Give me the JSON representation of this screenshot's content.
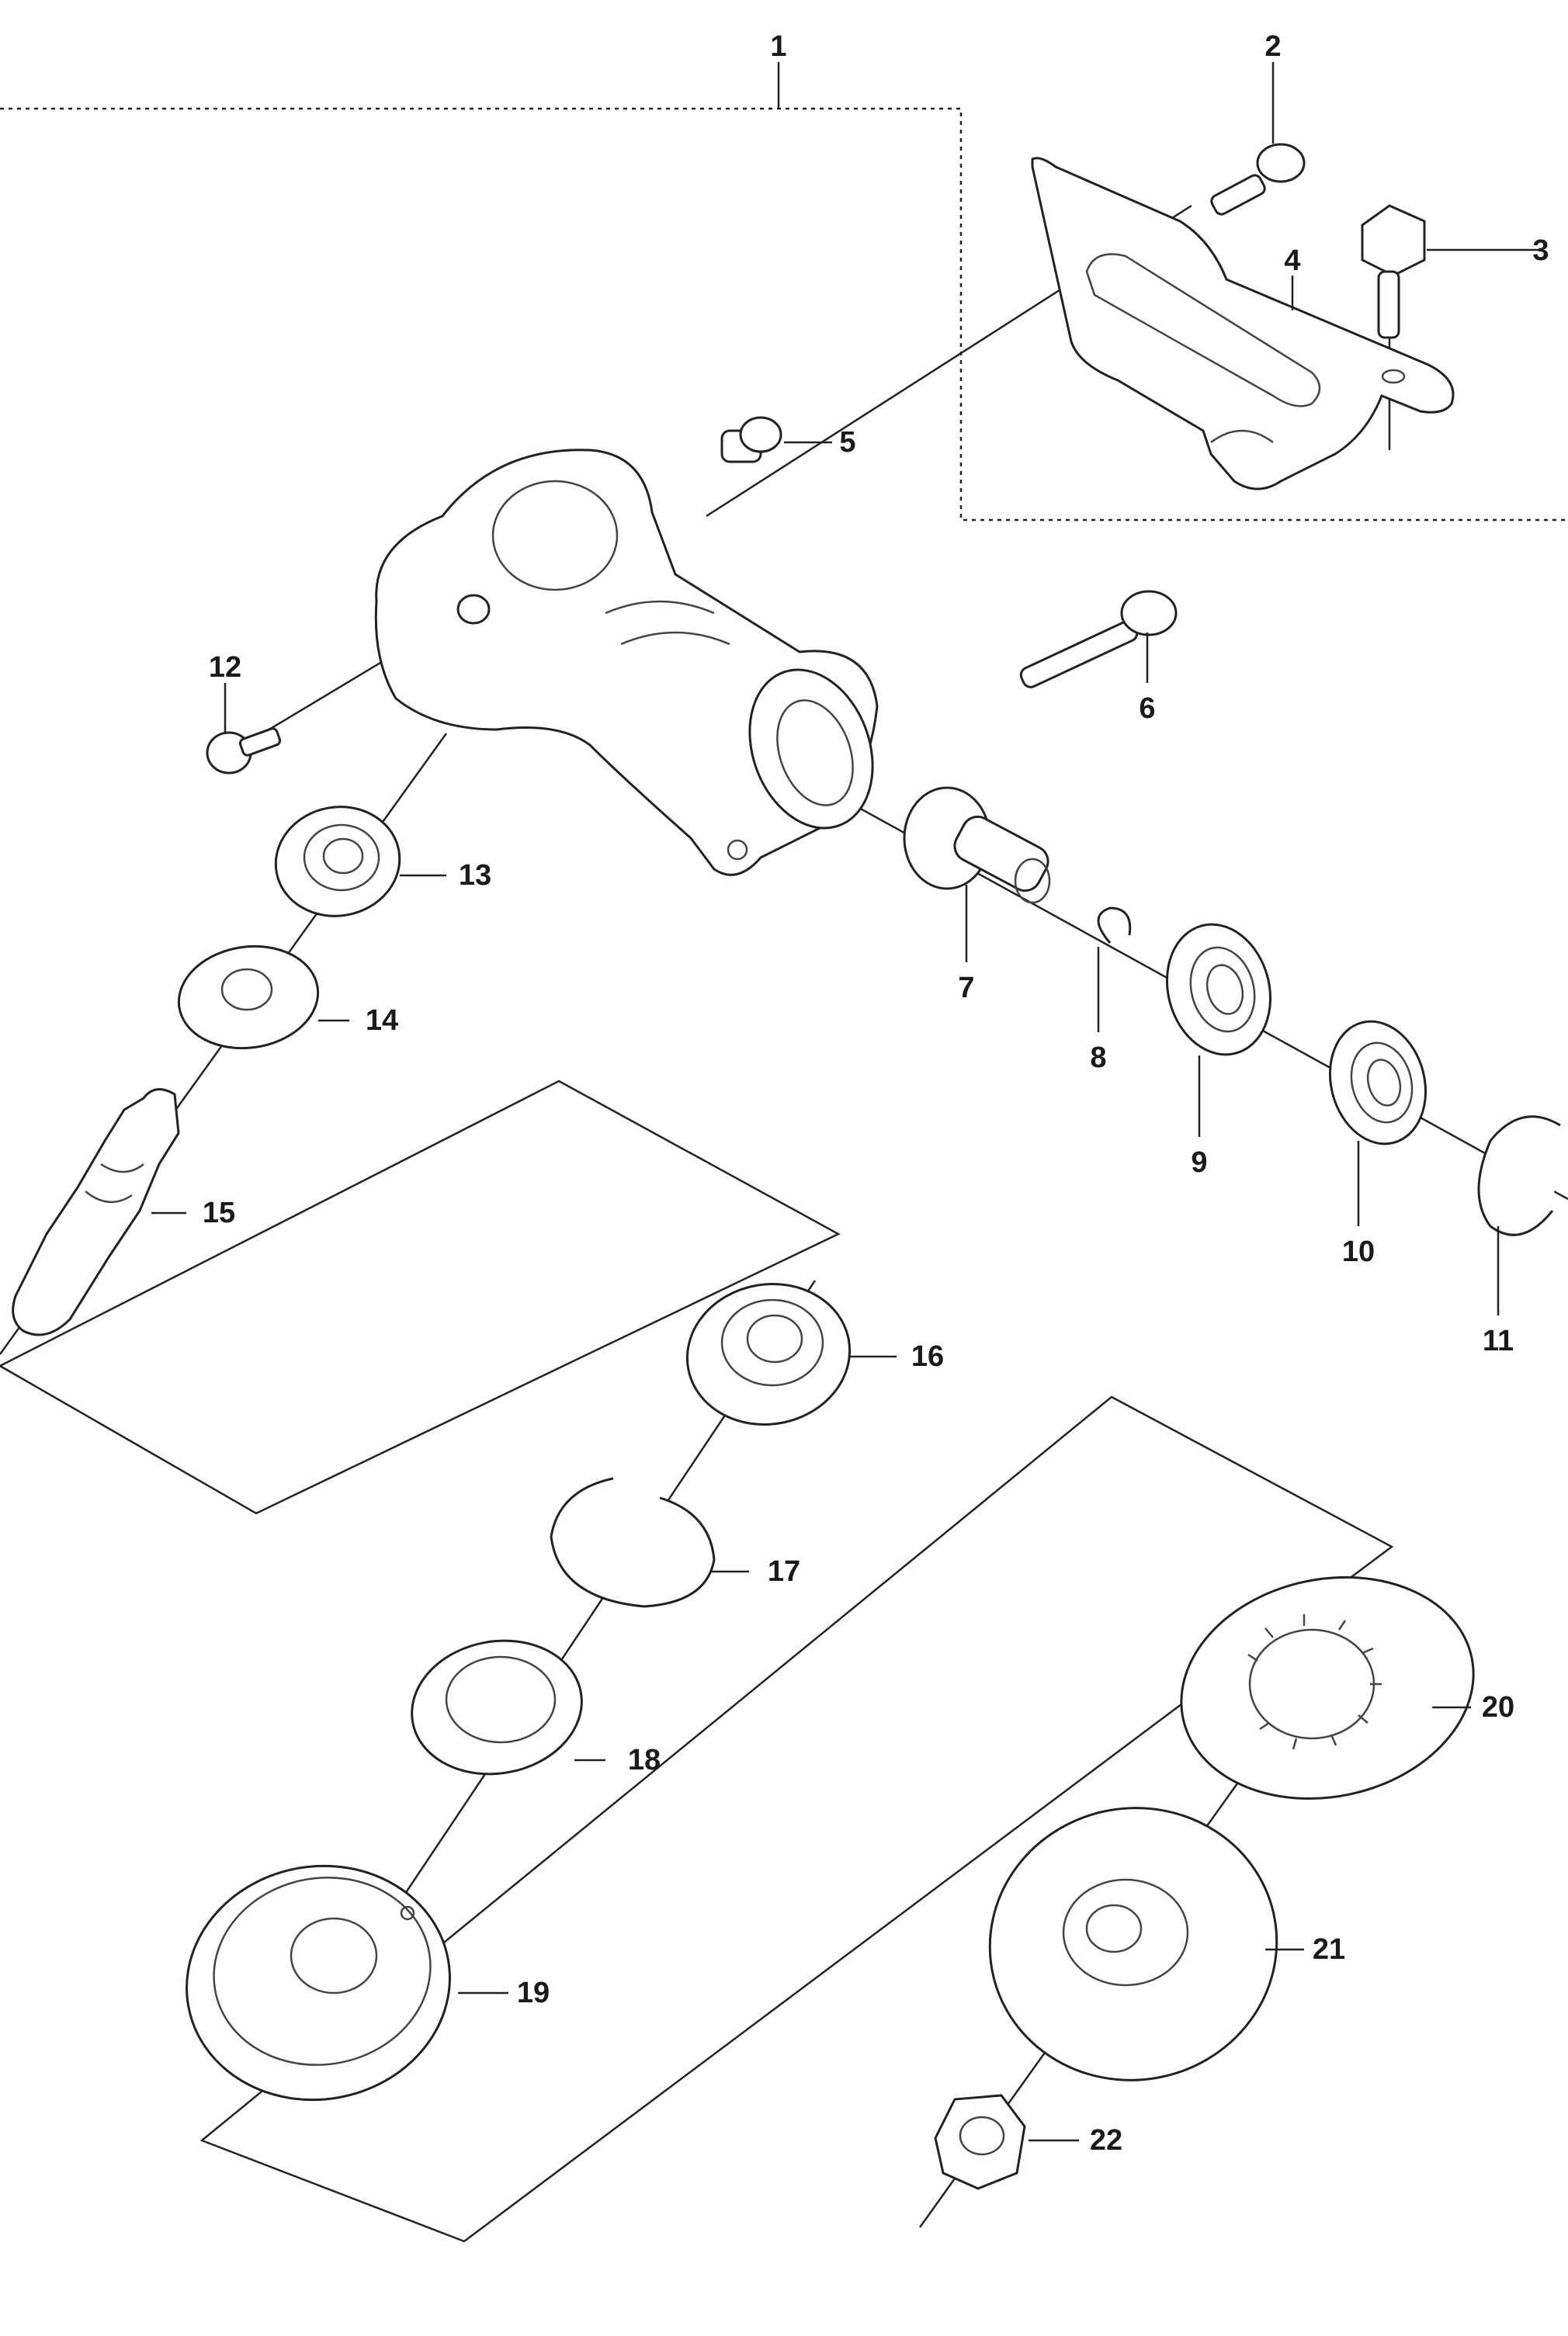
{
  "diagram": {
    "callouts": [
      {
        "id": "1",
        "label": "1"
      },
      {
        "id": "2",
        "label": "2"
      },
      {
        "id": "3",
        "label": "3"
      },
      {
        "id": "4",
        "label": "4"
      },
      {
        "id": "5",
        "label": "5"
      },
      {
        "id": "6",
        "label": "6"
      },
      {
        "id": "7",
        "label": "7"
      },
      {
        "id": "8",
        "label": "8"
      },
      {
        "id": "9",
        "label": "9"
      },
      {
        "id": "10",
        "label": "10"
      },
      {
        "id": "11",
        "label": "11"
      },
      {
        "id": "12",
        "label": "12"
      },
      {
        "id": "13",
        "label": "13"
      },
      {
        "id": "14",
        "label": "14"
      },
      {
        "id": "15",
        "label": "15"
      },
      {
        "id": "16",
        "label": "16"
      },
      {
        "id": "17",
        "label": "17"
      },
      {
        "id": "18",
        "label": "18"
      },
      {
        "id": "19",
        "label": "19"
      },
      {
        "id": "20",
        "label": "20"
      },
      {
        "id": "21",
        "label": "21"
      },
      {
        "id": "22",
        "label": "22"
      }
    ],
    "colors": {
      "line": "#222222",
      "background": "#ffffff"
    }
  }
}
